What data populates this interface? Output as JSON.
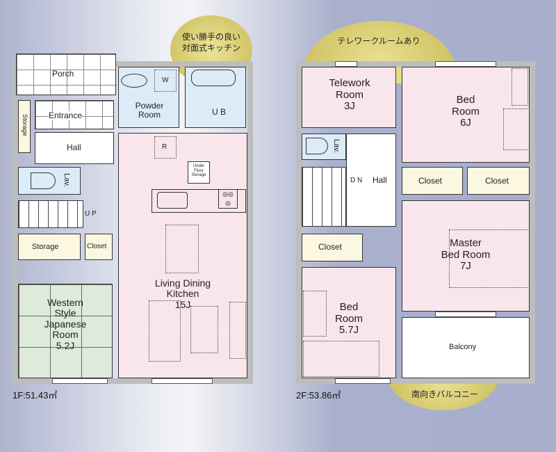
{
  "floor1": {
    "area_label": "1F:51.43㎡",
    "callout": "使い勝手の良い\n対面式キッチン",
    "callout_line1": "使い勝手の良い",
    "callout_line2": "対面式キッチン",
    "rooms": {
      "porch": "Porch",
      "entrance": "Entrance",
      "storage_vertical": "Storage",
      "hall": "Hall",
      "lav": "Lav.",
      "up": "U P",
      "storage": "Storage",
      "closet": "Closet",
      "powder_room_1": "Powder",
      "powder_room_2": "Room",
      "washer": "W",
      "ub": "U B",
      "fridge": "R",
      "underfloor_1": "Under",
      "underfloor_2": "Floor",
      "underfloor_3": "Storage",
      "ldk_1": "Living Dining",
      "ldk_2": "Kitchen",
      "ldk_3": "15J",
      "japanese_1": "Western",
      "japanese_2": "Style",
      "japanese_3": "Japanese",
      "japanese_4": "Room",
      "japanese_5": "5.2J"
    }
  },
  "floor2": {
    "area_label": "2F:53.86㎡",
    "callout_top": "テレワークルームあり",
    "callout_bottom": "南向きバルコニー",
    "rooms": {
      "telework_1": "Telework",
      "telework_2": "Room",
      "telework_3": "3J",
      "bed6_1": "Bed",
      "bed6_2": "Room",
      "bed6_3": "6J",
      "lav": "Lav.",
      "dn": "D N",
      "hall": "Hall",
      "closet_a": "Closet",
      "closet_b": "Closet",
      "closet_c": "Closet",
      "master_1": "Master",
      "master_2": "Bed Room",
      "master_3": "7J",
      "bed57_1": "Bed",
      "bed57_2": "Room",
      "bed57_3": "5.7J",
      "balcony": "Balcony"
    }
  },
  "colors": {
    "bedroom_pink": "#f8e6ec",
    "wet_blue": "#dcebf8",
    "storage_cream": "#fbf7e1",
    "tatami_green": "#deebdb",
    "callout_gold": "#d8cd73",
    "wall_gray": "#bdbdbd"
  }
}
